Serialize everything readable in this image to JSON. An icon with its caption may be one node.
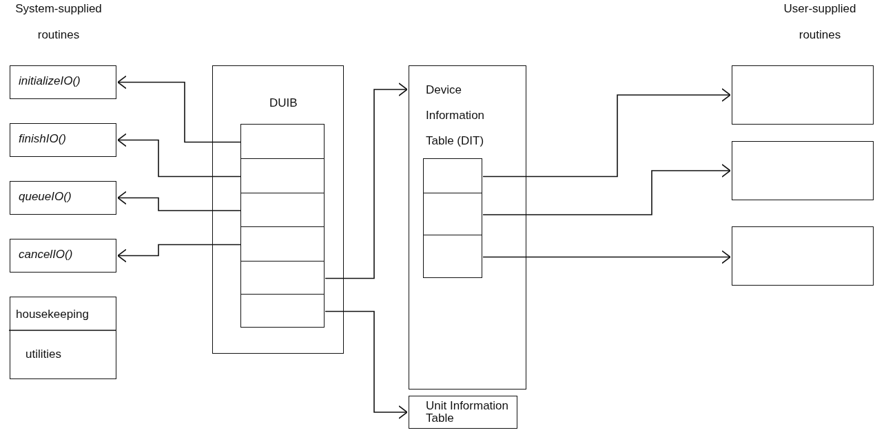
{
  "diagram": {
    "nodes": [
      {
        "text": [
          "initializeIO()"
        ]
      },
      {
        "text": [
          "finishIO()"
        ]
      },
      {
        "text": [
          "queueIO()"
        ]
      },
      {
        "text": [
          "cancelIO()"
        ]
      },
      {
        "text": [
          "housekeeping",
          "utilities"
        ]
      },
      {
        "text": [
          "DUIB"
        ]
      },
      {
        "text": [],
        "shape": "box",
        "in": 5
      },
      {
        "text": [],
        "shape": "box",
        "in": 5
      },
      {
        "text": [],
        "shape": "box",
        "in": 5
      },
      {
        "text": [],
        "shape": "box",
        "in": 5
      },
      {
        "text": [],
        "shape": "box",
        "in": 5
      },
      {
        "text": [],
        "shape": "box",
        "in": 5
      },
      {
        "text": [
          "Device Information Table (DIT)"
        ]
      },
      {
        "text": [],
        "shape": "box",
        "in": 12
      },
      {
        "text": [],
        "shape": "box",
        "in": 12
      },
      {
        "text": [],
        "shape": "box",
        "in": 12
      },
      {
        "text": [
          "Unit Information Table"
        ]
      },
      {
        "text": [],
        "shape": "box"
      },
      {
        "text": [],
        "shape": "box"
      },
      {
        "text": [],
        "shape": "box"
      }
    ],
    "edges": [
      {
        "from": 6,
        "to": 0,
        "arrow": "to"
      },
      {
        "from": 7,
        "to": 1,
        "arrow": "to"
      },
      {
        "from": 8,
        "to": 2,
        "arrow": "to"
      },
      {
        "from": 9,
        "to": 3,
        "arrow": "to"
      },
      {
        "from": 10,
        "to": 12,
        "arrow": "to"
      },
      {
        "from": 11,
        "to": 16,
        "arrow": "to"
      },
      {
        "from": 13,
        "to": 17,
        "arrow": "to"
      },
      {
        "from": 14,
        "to": 18,
        "arrow": "to"
      },
      {
        "from": 15,
        "to": 19,
        "arrow": "to"
      }
    ],
    "labels": [
      "System-supplied routines",
      "User-supplied routines"
    ]
  }
}
